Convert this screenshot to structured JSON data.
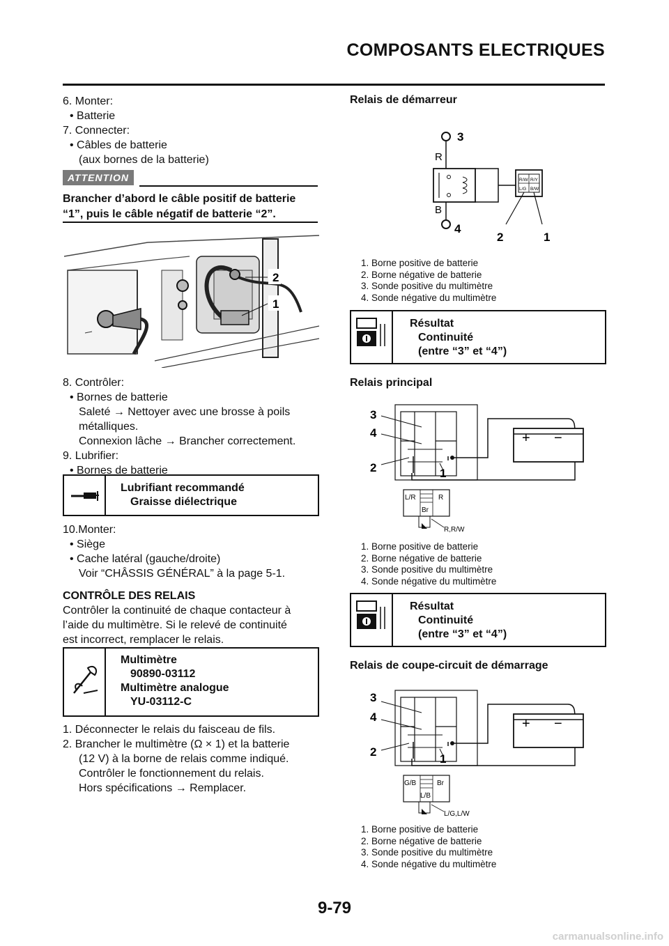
{
  "header": {
    "title": "COMPOSANTS ELECTRIQUES",
    "page_number": "9-79",
    "watermark": "carmanualsonline.info"
  },
  "left": {
    "steps_a": [
      "6. Monter:",
      "• Batterie",
      "7. Connecter:",
      "• Câbles de batterie",
      "(aux bornes de la batterie)"
    ],
    "attention_label": "ATTENTION",
    "attention_text": [
      "Brancher d’abord le câble positif de batterie",
      "“1”, puis le câble négatif de batterie “2”."
    ],
    "photo_callouts": [
      "2",
      "1"
    ],
    "steps_b": [
      "8. Contrôler:",
      "• Bornes de batterie",
      "Saleté → Nettoyer avec une brosse à poils",
      "métalliques.",
      "Connexion lâche → Brancher correctement.",
      "9. Lubrifier:",
      "• Bornes de batterie"
    ],
    "lube_box": {
      "title": "Lubrifiant recommandé",
      "value": "Graisse diélectrique"
    },
    "steps_c": [
      "10.Monter:",
      "• Siège",
      "• Cache latéral (gauche/droite)",
      "Voir “CHÂSSIS GÉNÉRAL” à la page 5-1."
    ],
    "relay_heading": "CONTRÔLE DES RELAIS",
    "relay_intro": [
      "Contrôler la continuité de chaque contacteur à",
      "l’aide du multimètre. Si le relevé de continuité",
      "est incorrect, remplacer le relais."
    ],
    "tool_box": {
      "line1": "Multimètre",
      "line2": "90890-03112",
      "line3": "Multimètre analogue",
      "line4": "YU-03112-C"
    },
    "steps_d": [
      "1. Déconnecter le relais du faisceau de fils.",
      "2. Brancher le multimètre (Ω × 1) et la batterie",
      "(12 V) à la borne de relais comme indiqué.",
      "Contrôler le fonctionnement du relais.",
      "Hors spécifications → Remplacer."
    ]
  },
  "right": {
    "starter": {
      "title": "Relais de démarreur",
      "labels": {
        "n3": "3",
        "n4": "4",
        "n2": "2",
        "n1": "1",
        "r": "R",
        "b": "B",
        "rw": "R/W",
        "ry": "R/Y",
        "lg": "L/G",
        "bw": "B/W"
      },
      "legend": [
        "1. Borne positive de batterie",
        "2. Borne négative de batterie",
        "3. Sonde positive du multimètre",
        "4. Sonde négative du multimètre"
      ],
      "result": {
        "title": "Résultat",
        "line1": "Continuité",
        "line2": "(entre “3” et “4”)"
      }
    },
    "main": {
      "title": "Relais principal",
      "labels": {
        "n3": "3",
        "n4": "4",
        "n2": "2",
        "n1": "1",
        "c1": "L/R",
        "c2": "R",
        "c3": "Br",
        "wire": "R,R/W",
        "plus": "+",
        "minus": "−"
      },
      "legend": [
        "1. Borne positive de batterie",
        "2. Borne négative de batterie",
        "3. Sonde positive du multimètre",
        "4. Sonde négative du multimètre"
      ],
      "result": {
        "title": "Résultat",
        "line1": "Continuité",
        "line2": "(entre “3” et “4”)"
      }
    },
    "cutoff": {
      "title": "Relais de coupe-circuit de démarrage",
      "labels": {
        "n3": "3",
        "n4": "4",
        "n2": "2",
        "n1": "1",
        "c1": "G/B",
        "c2": "Br",
        "c3": "L/B",
        "wire": "L/G,L/W",
        "plus": "+",
        "minus": "−"
      },
      "legend": [
        "1. Borne positive de batterie",
        "2. Borne négative de batterie",
        "3. Sonde positive du multimètre",
        "4. Sonde négative du multimètre"
      ]
    }
  }
}
